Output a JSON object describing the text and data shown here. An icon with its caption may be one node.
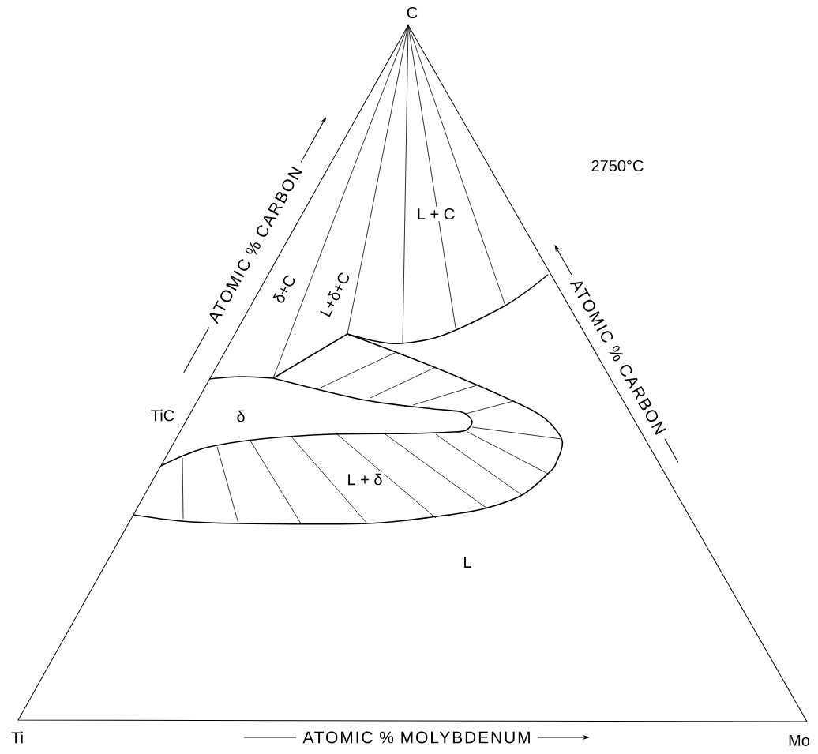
{
  "diagram": {
    "labels": [
      "C",
      "2750°C",
      "ATOMIC % CARBON",
      "L + C",
      "ATOMIC % CARBON",
      "δ+C",
      "L+δ+C",
      "TiC",
      "δ",
      "L + δ",
      "L",
      "Ti",
      "ATOMIC % MOLYBDENUM",
      "Mo"
    ]
  }
}
